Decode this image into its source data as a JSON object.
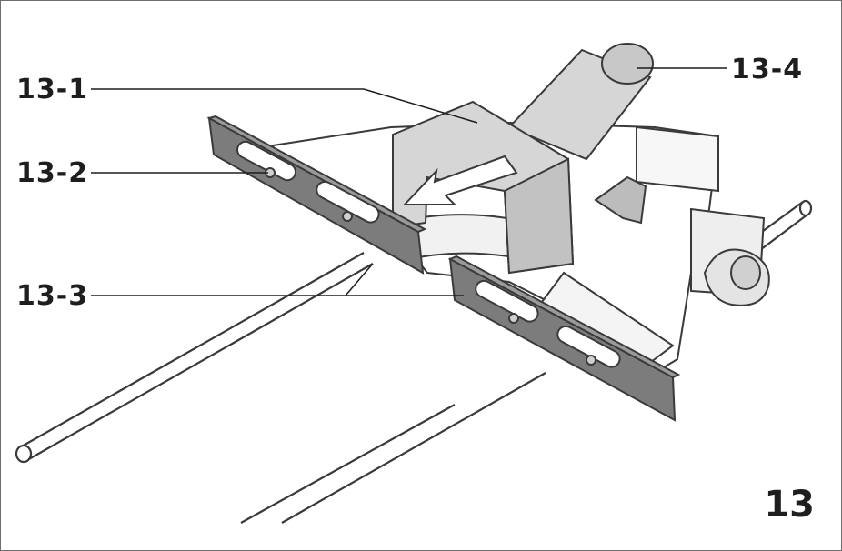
{
  "figure": {
    "number": "13",
    "callouts": [
      {
        "id": "13-1",
        "label": "13-1"
      },
      {
        "id": "13-2",
        "label": "13-2"
      },
      {
        "id": "13-3",
        "label": "13-3"
      },
      {
        "id": "13-4",
        "label": "13-4"
      }
    ]
  },
  "colors": {
    "line": "#3a3a3a",
    "part_fill": "#d6d6d6",
    "part_dark": "#7c7c7c",
    "frame": "#6e6e6e"
  }
}
